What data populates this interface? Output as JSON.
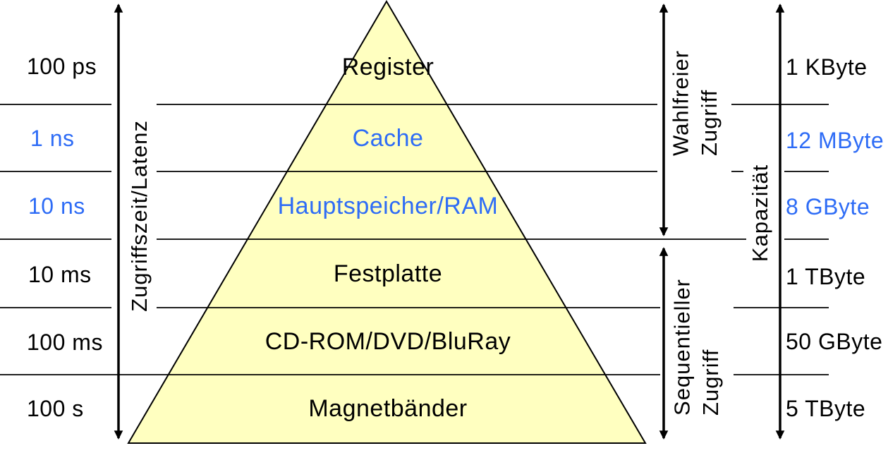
{
  "colors": {
    "pyramid_fill": "#FFFFC0",
    "line": "#000000",
    "accent_blue": "#2E6CF6",
    "text_black": "#000000"
  },
  "pyramid_levels": [
    {
      "label": "Register",
      "access_time": "100 ps",
      "capacity": "1 KByte",
      "highlighted": false
    },
    {
      "label": "Cache",
      "access_time": "1 ns",
      "capacity": "12 MByte",
      "highlighted": true
    },
    {
      "label": "Hauptspeicher/RAM",
      "access_time": "10 ns",
      "capacity": "8 GByte",
      "highlighted": true
    },
    {
      "label": "Festplatte",
      "access_time": "10 ms",
      "capacity": "1 TByte",
      "highlighted": false
    },
    {
      "label": "CD-ROM/DVD/BluRay",
      "access_time": "100 ms",
      "capacity": "50 GByte",
      "highlighted": false
    },
    {
      "label": "Magnetbänder",
      "access_time": "100 s",
      "capacity": "5 TByte",
      "highlighted": false
    }
  ],
  "axis_labels": {
    "latency": "Zugriffszeit/Latenz",
    "random_access_line1": "Wahlfreier",
    "random_access_line2": "Zugriff",
    "sequential_access_line1": "Sequentieller",
    "sequential_access_line2": "Zugriff",
    "capacity": "Kapazität"
  }
}
